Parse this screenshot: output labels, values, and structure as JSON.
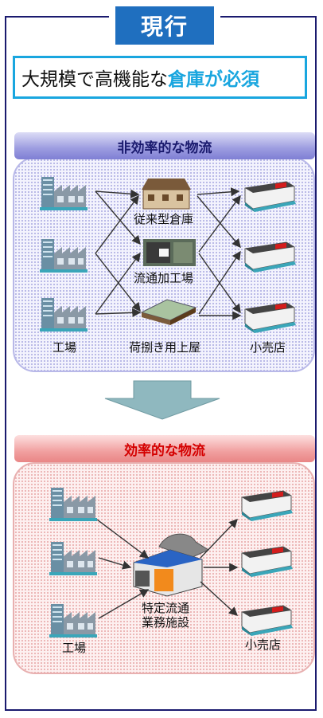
{
  "tag": "現行",
  "headline": {
    "prefix": "大規模で高機能な",
    "highlight": "倉庫が必須"
  },
  "inefficient": {
    "title": "非効率的な物流",
    "labels": {
      "factory": "工場",
      "warehouse": "従来型倉庫",
      "processing": "流通加工場",
      "unloading": "荷捌き用上屋",
      "retail": "小売店"
    }
  },
  "efficient": {
    "title": "効率的な物流",
    "labels": {
      "factory": "工場",
      "facility_line1": "特定流通",
      "facility_line2": "業務施設",
      "retail": "小売店"
    }
  },
  "colors": {
    "frame": "#1a1a6e",
    "tag": "#1f6fbf",
    "highlight": "#19a6df",
    "efficient_title": "#d40000",
    "arrow_down": "#8fb8bf"
  }
}
